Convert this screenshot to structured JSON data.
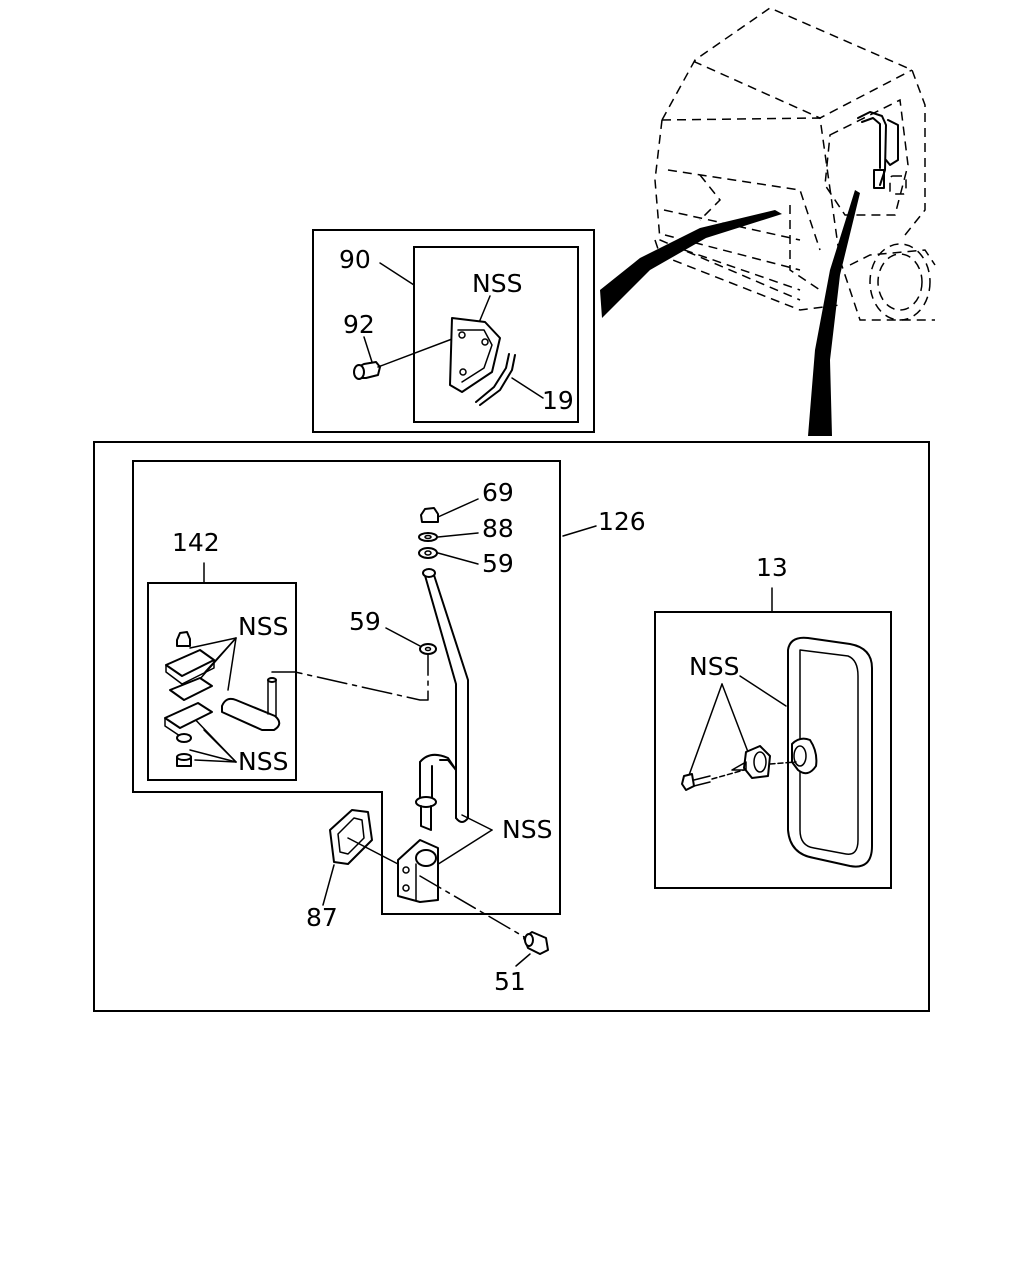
{
  "callouts": {
    "c90": "90",
    "c92": "92",
    "c19": "19",
    "c69": "69",
    "c88": "88",
    "c59_top": "59",
    "c59_mid": "59",
    "c126": "126",
    "c142": "142",
    "c13": "13",
    "c87": "87",
    "c51": "51"
  },
  "nss_labels": {
    "bracket_nss": "NSS",
    "kit_nss_top": "NSS",
    "kit_nss_bottom": "NSS",
    "arm_nss": "NSS",
    "mirror_nss": "NSS"
  }
}
